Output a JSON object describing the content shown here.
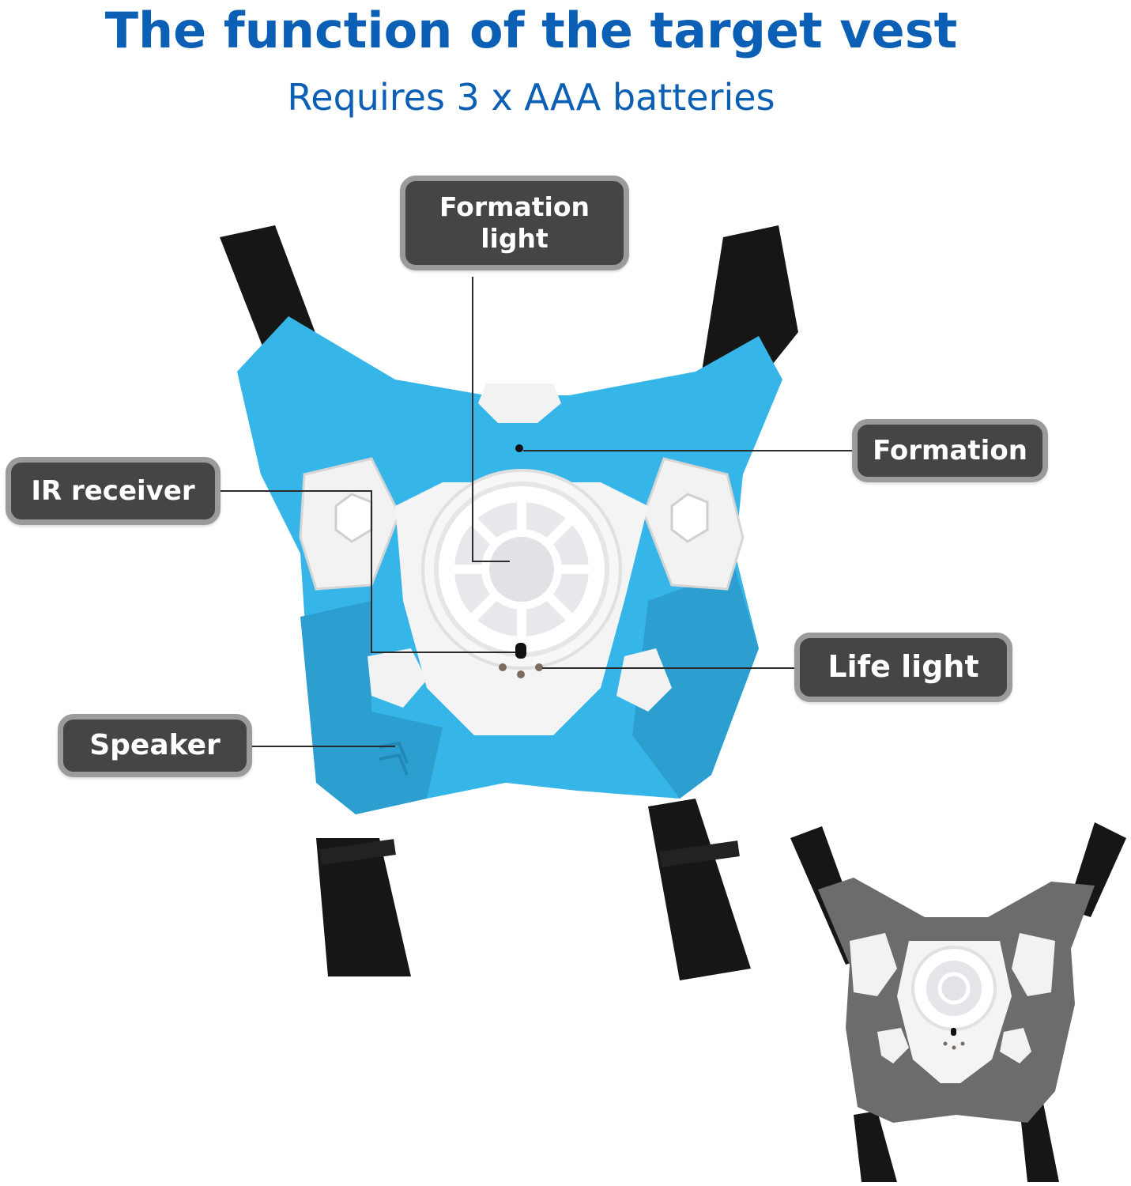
{
  "header": {
    "title": "The function of the target vest",
    "subtitle": "Requires 3 x AAA batteries"
  },
  "callouts": [
    {
      "id": "formation-light",
      "label": "Formation light"
    },
    {
      "id": "formation",
      "label": "Formation"
    },
    {
      "id": "ir-receiver",
      "label": "IR receiver"
    },
    {
      "id": "life-light",
      "label": "Life light"
    },
    {
      "id": "speaker",
      "label": "Speaker"
    }
  ],
  "images": {
    "main_vest": {
      "description": "blue target vest with black straps",
      "color": "#36b6e8"
    },
    "secondary_vest": {
      "description": "grey target vest with black straps",
      "color": "#6c6c6c"
    }
  },
  "colors": {
    "title": "#0b5fb4",
    "callout_fill": "#454545",
    "callout_border": "#9b9b9b",
    "vest_blue": "#36b6e8",
    "vest_grey": "#6c6c6c",
    "strap": "#161616"
  }
}
